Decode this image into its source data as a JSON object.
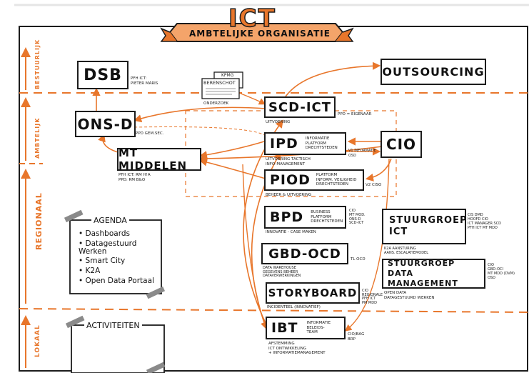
{
  "banner": {
    "title": "ICT",
    "subtitle": "AMBTELIJKE ORGANISATIE"
  },
  "lanes": {
    "bestuurlijk": "BESTUURLIJK",
    "ambtelijk": "AMBTELIJK",
    "regionaal": "REGIONAAL",
    "lokaal": "LOKAAL"
  },
  "nodes": {
    "dsb": {
      "label": "DSB",
      "note": "PFH ICT:\nPIETER MARIS"
    },
    "ons_d": {
      "label": "ONS-D",
      "note": "PPD GEM.SEC."
    },
    "mt_middelen": {
      "label": "MT MIDDELEN",
      "note": "PFH ICT: RM H!A\nPPD: RM B&O"
    },
    "berenschot": {
      "label": "BERENSCHOT",
      "kpmg": "KPMG",
      "note": "ONDERZOEK"
    },
    "outsourcing": {
      "label": "OUTSOURCING"
    },
    "scd_ict": {
      "label": "SCD-ICT",
      "note_right": "PPD = EIGENAAR",
      "note_below": "UITVOERING"
    },
    "ipd": {
      "label": "IPD",
      "title": "INFORMATIE\nPLATFORM\nDRECHTSTEDEN",
      "note": "UITVOERING TACTISCH\nINFO-MANAGEMENT",
      "link_note": "V1 INFORMATIE\nOSD"
    },
    "piod": {
      "label": "PIOD",
      "title": "PLATFORM\nINFORM. VEILIGHEID\nDRECHTSTEDEN",
      "note": "BEHEER & UITVOERING",
      "link_note": "V2 CISO"
    },
    "cio": {
      "label": "CIO"
    },
    "bpd": {
      "label": "BPD",
      "title": "BUSINESS\nPLATFORM\nDRECHTSTEDEN",
      "side": "CIO\nMT MOD.\nONS-D\nSCD-ICT",
      "note": "INNOVATIE - CASE MAKEN"
    },
    "gbd_ocd": {
      "label": "GBD-OCD",
      "side": "TL OCD",
      "note": "DATA WAREHOUSE\nGEGEVENS BEHEER\nDATAVERWERKINGEN"
    },
    "storyboard": {
      "label": "STORYBOARD",
      "side": "CIO\nREGIONALE\nPFH ICT\nPM MDD",
      "note": "INCIDENTEEL (INNOVATIEF)"
    },
    "ibt": {
      "label": "IBT",
      "title": "INFORMATIE\nBELEIDS-\nTEAM",
      "side": "CIO/BAG\nBRP",
      "note": "AFSTEMMING\nICT ONTWIKKELING\n+ INFORMATIEMANAGEMENT"
    },
    "stuurgroep_ict": {
      "label": "STUURGROEP\nICT",
      "side": "CIS DMD\nHOOFD CIO\nICT MANAGER SCD\nPFH ICT MT MDD",
      "note": "K2A AANSTURING\nAANS. ESCALATIEMODEL"
    },
    "stuurgroep_dm": {
      "label": "STUURGROEP\nDATA MANAGEMENT",
      "side": "CIO\nGBD-OCI\nMT MDD (DVM)\nOSD",
      "note": "OPEN DATA\nDATAGESTUURD WERKEN"
    }
  },
  "agenda": {
    "title": "AGENDA",
    "items": [
      "Dashboards",
      "Datagestuurd\nWerken",
      "Smart City",
      "K2A",
      "Open Data Portaal"
    ]
  },
  "activiteiten": {
    "title": "ACTIVITEITEN"
  },
  "colors": {
    "accent": "#e8762b",
    "ink": "#1c1c1c"
  }
}
